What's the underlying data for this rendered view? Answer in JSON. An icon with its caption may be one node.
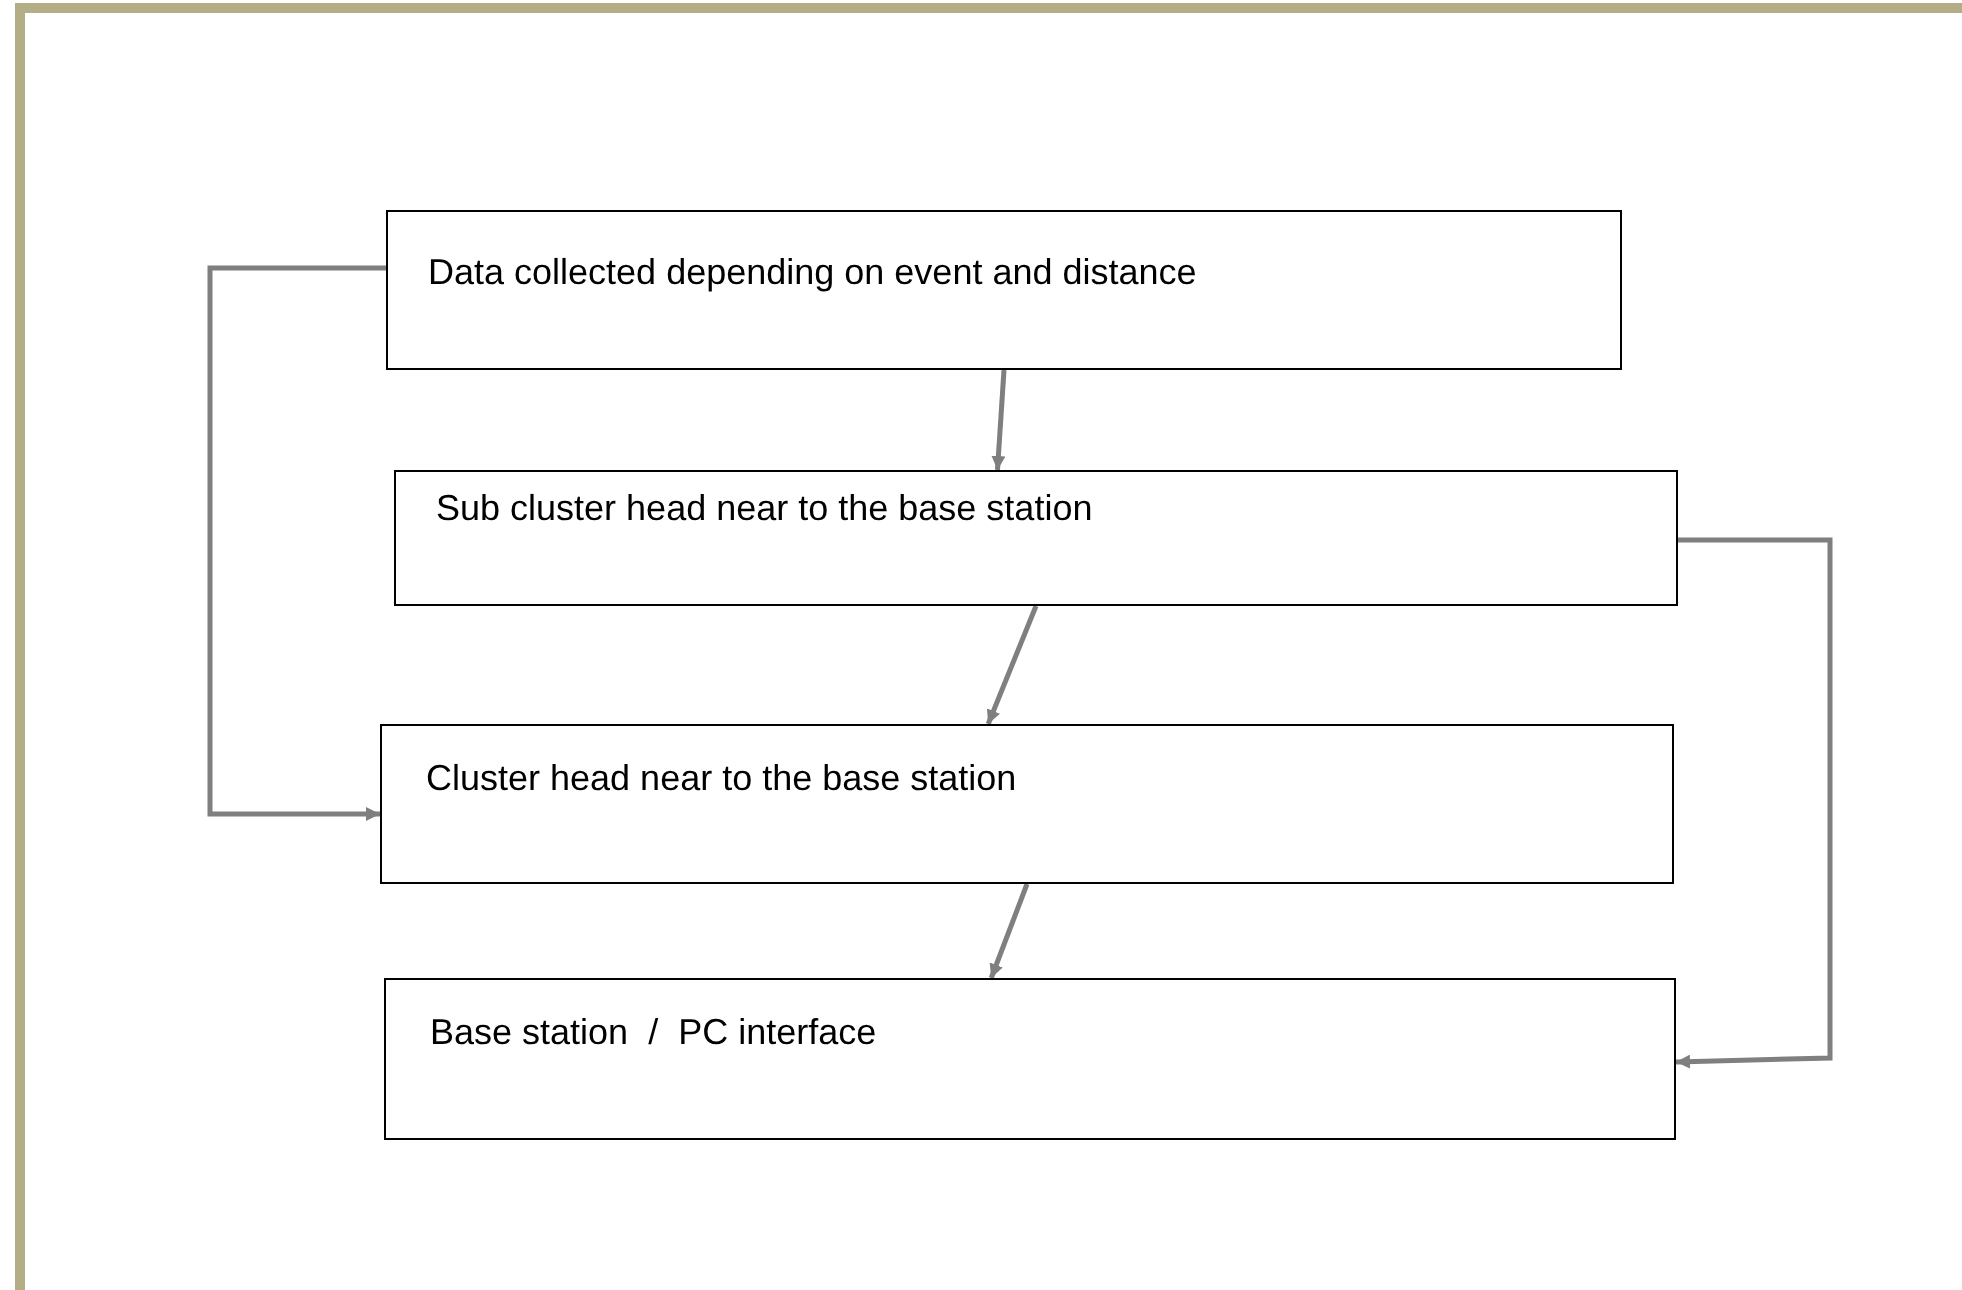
{
  "diagram": {
    "nodes": [
      {
        "text": [
          "Data collected depending on event and distance"
        ]
      },
      {
        "text": [
          "Sub cluster head near to the base station"
        ]
      },
      {
        "text": [
          "Cluster head near to the base station"
        ]
      },
      {
        "text": [
          "Base station  /  PC interface"
        ]
      }
    ],
    "edges": [
      {
        "from": 0,
        "to": 1,
        "arrow": "to"
      },
      {
        "from": 1,
        "to": 2,
        "arrow": "to"
      },
      {
        "from": 2,
        "to": 3,
        "arrow": "to"
      },
      {
        "from": 0,
        "to": 2,
        "arrow": "to"
      },
      {
        "from": 1,
        "to": 3,
        "arrow": "to"
      }
    ]
  }
}
